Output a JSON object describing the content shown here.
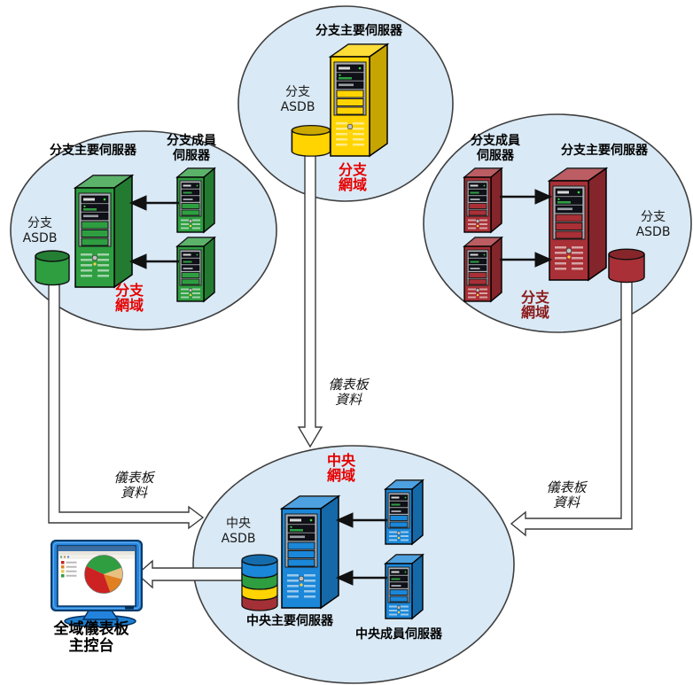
{
  "colors": {
    "ellipse_fill": "#D9E9F5",
    "ellipse_stroke": "#3f3f3f",
    "branch_top_color": "#FFD400",
    "branch_left_color": "#2E9E41",
    "branch_right_color": "#A83036",
    "central_color": "#1B87D8",
    "domain_text": "#E60000",
    "domain_text_dark": "#8B1A1A"
  },
  "nodes": {
    "branch_top": {
      "server_label": "分支主要伺服器",
      "asdb_label": "分支\nASDB",
      "domain_label": "分支\n網域",
      "color": "#FFD400"
    },
    "branch_left": {
      "server_label": "分支主要伺服器",
      "member_label": "分支成員\n伺服器",
      "asdb_label": "分支\nASDB",
      "domain_label": "分支\n網域",
      "color": "#2E9E41"
    },
    "branch_right": {
      "member_label": "分支成員\n伺服器",
      "server_label": "分支主要伺服器",
      "asdb_label": "分支\nASDB",
      "domain_label": "分支\n網域",
      "color": "#A83036"
    },
    "central": {
      "domain_label": "中央\n網域",
      "asdb_label": "中央\nASDB",
      "server_label": "中央主要伺服器",
      "member_label": "中央成員伺服器",
      "color": "#1B87D8",
      "asdb_band_colors": [
        "#1B87D8",
        "#2E9E41",
        "#FFD400",
        "#A33036"
      ]
    }
  },
  "flows": {
    "dashboard_data_label": "儀表板\n資料"
  },
  "console": {
    "label": "全域儀表板\n主控台",
    "pie_colors": [
      "#2E9E41",
      "#E8C080",
      "#E08020",
      "#CC2222"
    ]
  }
}
